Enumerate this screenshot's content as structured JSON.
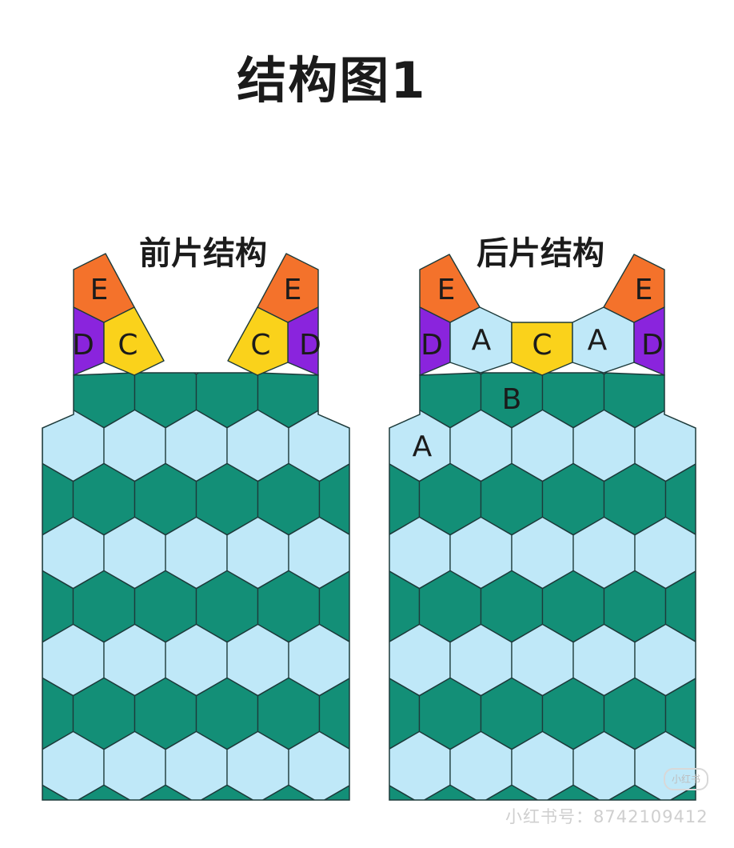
{
  "title": "结构图1",
  "colors": {
    "dark_green": "#138f77",
    "light_blue": "#bfe8f8",
    "orange": "#f4722b",
    "yellow": "#fad21b",
    "purple": "#8a24dd",
    "stroke": "#1d3a3a",
    "text": "#1b1b1b"
  },
  "front": {
    "heading": "前片结构",
    "piece_labels": {
      "E": "E",
      "D": "D",
      "C": "C"
    }
  },
  "back": {
    "heading": "后片结构",
    "piece_labels": {
      "E": "E",
      "D": "D",
      "C": "C",
      "A": "A",
      "B": "B"
    }
  },
  "watermark": {
    "badge": "小红书",
    "id_text": "小红书号：8742109412"
  }
}
